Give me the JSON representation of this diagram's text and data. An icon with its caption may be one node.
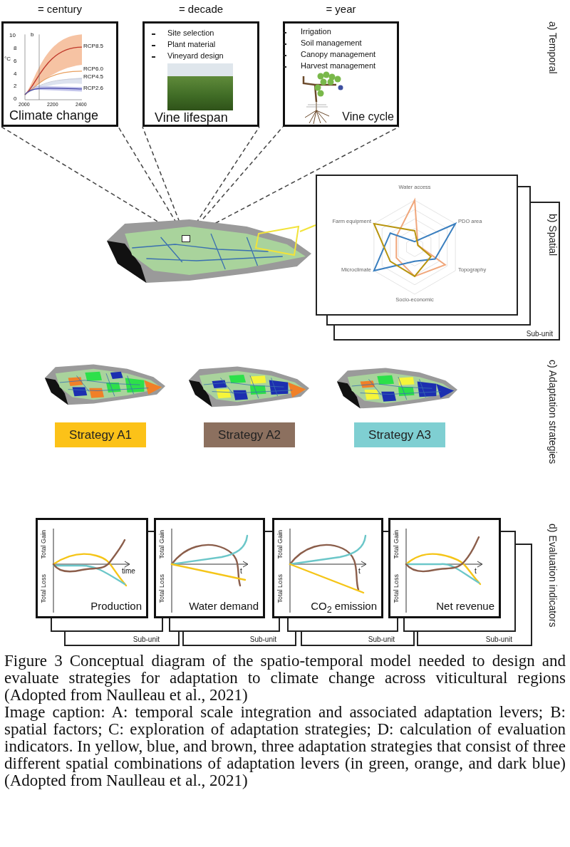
{
  "diagram": {
    "caption": "Figure 3 Conceptual diagram of the spatio-temporal model needed to design and evaluate strategies for adaptation to climate change across viticultural regions (Adopted from Naulleau et al., 2021)",
    "nodes": [
      {
        "text": [
          "b",
          "°C",
          "10",
          "8",
          "6",
          "4",
          "2",
          "0",
          "2000",
          "2200",
          "2400",
          "RCP8.5",
          "RCP6.0",
          "RCP4.5",
          "RCP2.6",
          "Climate change"
        ],
        "beside": [
          "= century"
        ]
      },
      {
        "text": [
          "Site selection",
          "Plant material",
          "Vineyard design",
          "Vine lifespan"
        ],
        "beside": [
          "= decade"
        ]
      },
      {
        "text": [
          "Irrigation",
          "Soil management",
          "Canopy management",
          "Harvest management",
          "Vine cycle"
        ],
        "beside": [
          "= year"
        ]
      },
      {
        "text": [],
        "shape": "picture"
      },
      {
        "text": [],
        "shape": "box",
        "in": 3
      },
      {
        "text": [],
        "shape": "box",
        "in": 3
      },
      {
        "text": [
          "Water access",
          "PDO area",
          "Topography",
          "Socio-economic",
          "Microclimate",
          "Farm equipment"
        ]
      },
      {
        "text": [
          "Strategy A1"
        ]
      },
      {
        "text": [
          "Strategy A2"
        ]
      },
      {
        "text": [
          "Strategy A3"
        ]
      },
      {
        "text": [
          "Total Gain",
          "Total Loss",
          "time",
          "Production"
        ]
      },
      {
        "text": [
          "Total Gain",
          "Total Loss",
          "t",
          "Water demand"
        ]
      },
      {
        "text": [
          "Total Gain",
          "Total Loss",
          "t",
          "CO$_{2}$ emission"
        ]
      },
      {
        "text": [
          "Total Gain",
          "Total Loss",
          "t",
          "Net revenue"
        ]
      }
    ],
    "edges": [
      {
        "from": 4,
        "to": 0,
        "arrow": "none",
        "style": "dashed"
      },
      {
        "from": 4,
        "to": 0,
        "arrow": "none",
        "style": "dashed"
      },
      {
        "from": 4,
        "to": 1,
        "arrow": "none",
        "style": "dashed"
      },
      {
        "from": 4,
        "to": 1,
        "arrow": "none",
        "style": "dashed"
      },
      {
        "from": 4,
        "to": 2,
        "arrow": "none",
        "style": "dashed"
      },
      {
        "from": 4,
        "to": 2,
        "arrow": "none",
        "style": "dashed"
      },
      {
        "from": 5,
        "to": 6,
        "arrow": "none",
        "color": "#f2e33a"
      }
    ],
    "labels": [
      "a) Temporal",
      "b) Spatial",
      "c) Adaptation strategies",
      "d) Evaluation indicators",
      "Sub-unit",
      "Sub-unit",
      "Sub-unit",
      "Sub-unit",
      "Sub-unit",
      "Image caption: A: temporal scale integration and associated adaptation levers; B: spatial factors; C: exploration of adaptation strategies; D: calculation of evaluation indicators. In yellow, blue, and brown, three adaptation strategies that consist of three different spatial combinations of adaptation levers (in green, orange, and dark blue) (Adopted from Naulleau et al., 2021)"
    ]
  }
}
